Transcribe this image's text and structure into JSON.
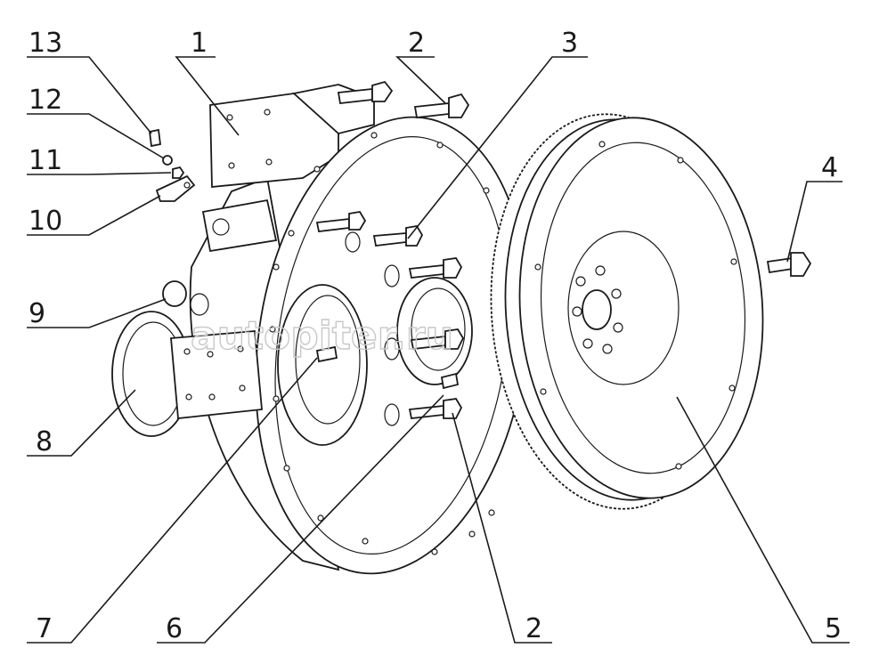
{
  "watermark": "autopiter.ru",
  "callouts": [
    {
      "id": "c13",
      "text": "13"
    },
    {
      "id": "c12",
      "text": "12"
    },
    {
      "id": "c11",
      "text": "11"
    },
    {
      "id": "c10",
      "text": "10"
    },
    {
      "id": "c9",
      "text": "9"
    },
    {
      "id": "c8",
      "text": "8"
    },
    {
      "id": "c7",
      "text": "7"
    },
    {
      "id": "c6",
      "text": "6"
    },
    {
      "id": "c1",
      "text": "1"
    },
    {
      "id": "c2a",
      "text": "2"
    },
    {
      "id": "c3",
      "text": "3"
    },
    {
      "id": "c4",
      "text": "4"
    },
    {
      "id": "c2b",
      "text": "2"
    },
    {
      "id": "c5",
      "text": "5"
    }
  ]
}
